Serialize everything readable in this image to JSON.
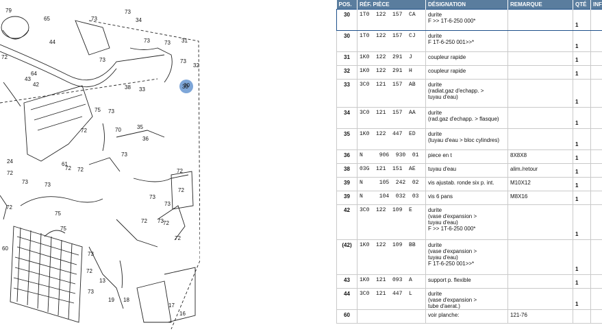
{
  "headers": {
    "pos": "POS.",
    "ref": "RÉF. PIÈCE",
    "designation": "DÉSIGNATION",
    "remarque": "REMARQUE",
    "qte": "QTÉ",
    "info": "INFO"
  },
  "rows": [
    {
      "pos": "30",
      "ref": "1T0  122  157  CA",
      "designation": "durite\nF           >> 1T-6-250 000*",
      "remarque": "",
      "qte": "1"
    },
    {
      "pos": "30",
      "ref": "1T0  122  157  CJ",
      "designation": "durite\nF 1T-6-250 001>>*",
      "remarque": "",
      "qte": "1"
    },
    {
      "pos": "31",
      "ref": "1K0  122  291  J",
      "designation": "coupleur rapide",
      "remarque": "",
      "qte": "1"
    },
    {
      "pos": "32",
      "ref": "1K0  122  291  H",
      "designation": "coupleur rapide",
      "remarque": "",
      "qte": "1"
    },
    {
      "pos": "33",
      "ref": "3C0  121  157  AB",
      "designation": "durite\n(radiat.gaz d'echapp. >\n tuyau d'eau)",
      "remarque": "",
      "qte": "1"
    },
    {
      "pos": "34",
      "ref": "3C0  121  157  AA",
      "designation": "durite\n(rad.gaz d'echapp. > flasque)",
      "remarque": "",
      "qte": "1"
    },
    {
      "pos": "35",
      "ref": "1K0  122  447  ED",
      "designation": "durite\n(tuyau d'eau > bloc cylindres)",
      "remarque": "",
      "qte": "1"
    },
    {
      "pos": "36",
      "ref": "N     906  930  01",
      "designation": "piece en t",
      "remarque": "8X8X8",
      "qte": "1"
    },
    {
      "pos": "38",
      "ref": "03G  121  151  AE",
      "designation": "tuyau d'eau",
      "remarque": "alim./retour",
      "qte": "1"
    },
    {
      "pos": "39",
      "ref": "N     105  242  02",
      "designation": "vis ajustab. ronde six p. int.",
      "remarque": "M10X12",
      "qte": "1"
    },
    {
      "pos": "39",
      "ref": "N     104  032  03",
      "designation": "vis 6 pans",
      "remarque": "M8X16",
      "qte": "1"
    },
    {
      "pos": "42",
      "ref": "3C0  122  109  E",
      "designation": "durite\n(vase d'expansion >\n tuyau d'eau)\nF           >> 1T-6-250 000*",
      "remarque": "",
      "qte": "1"
    },
    {
      "pos": "(42)",
      "ref": "1K0  122  109  BB",
      "designation": "durite\n(vase d'expansion >\n tuyau d'eau)\nF 1T-6-250 001>>*",
      "remarque": "",
      "qte": "1"
    },
    {
      "pos": "43",
      "ref": "1K0  121  093  A",
      "designation": "support p. flexible",
      "remarque": "",
      "qte": "1"
    },
    {
      "pos": "44",
      "ref": "3C0  121  447  L",
      "designation": "durite\n(vase d'expansion >\n tube d'aerat.)",
      "remarque": "",
      "qte": "1"
    },
    {
      "pos": "60",
      "ref": "",
      "designation": "voir planche:",
      "remarque": "121-76",
      "qte": ""
    }
  ],
  "diagram": {
    "callout_highlight": "30",
    "highlight_color": "#7ea6d8",
    "labels": [
      "79",
      "65",
      "73",
      "34",
      "44",
      "73",
      "73",
      "73",
      "31",
      "73",
      "32",
      "72",
      "64",
      "43",
      "42",
      "38",
      "33",
      "73",
      "30",
      "75",
      "73",
      "72",
      "35",
      "70",
      "36",
      "73",
      "72",
      "72",
      "24",
      "61",
      "72",
      "73",
      "73",
      "72",
      "72",
      "72",
      "73",
      "73",
      "73",
      "75",
      "72",
      "72",
      "72",
      "73",
      "75",
      "60",
      "72",
      "73",
      "19",
      "16",
      "18",
      "17",
      "13"
    ]
  }
}
